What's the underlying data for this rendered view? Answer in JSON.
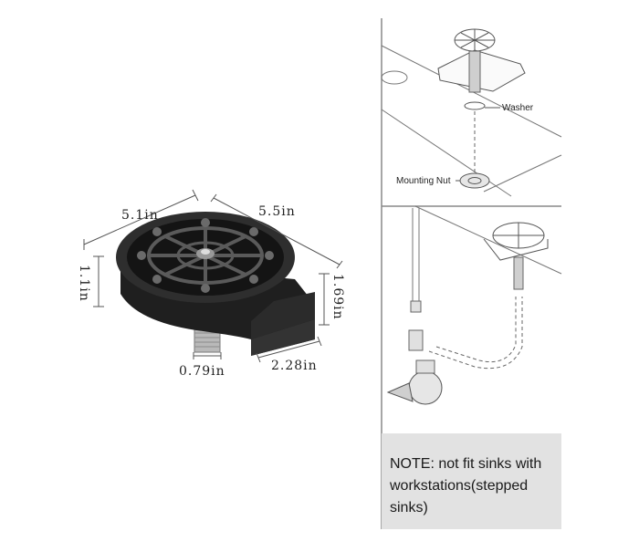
{
  "dimensions": {
    "length": "5.1in",
    "width": "5.5in",
    "height_body": "1.1in",
    "height_total": "1.69in",
    "thread_diameter": "0.79in",
    "spout_length": "2.28in"
  },
  "callouts": {
    "washer": "Washer",
    "mounting_nut": "Mounting Nut"
  },
  "note": "NOTE: not fit sinks with\nworkstations(stepped\nsinks)",
  "colors": {
    "product_body": "#2a2a2a",
    "note_background": "#e2e2e2",
    "line_art": "#555555"
  }
}
